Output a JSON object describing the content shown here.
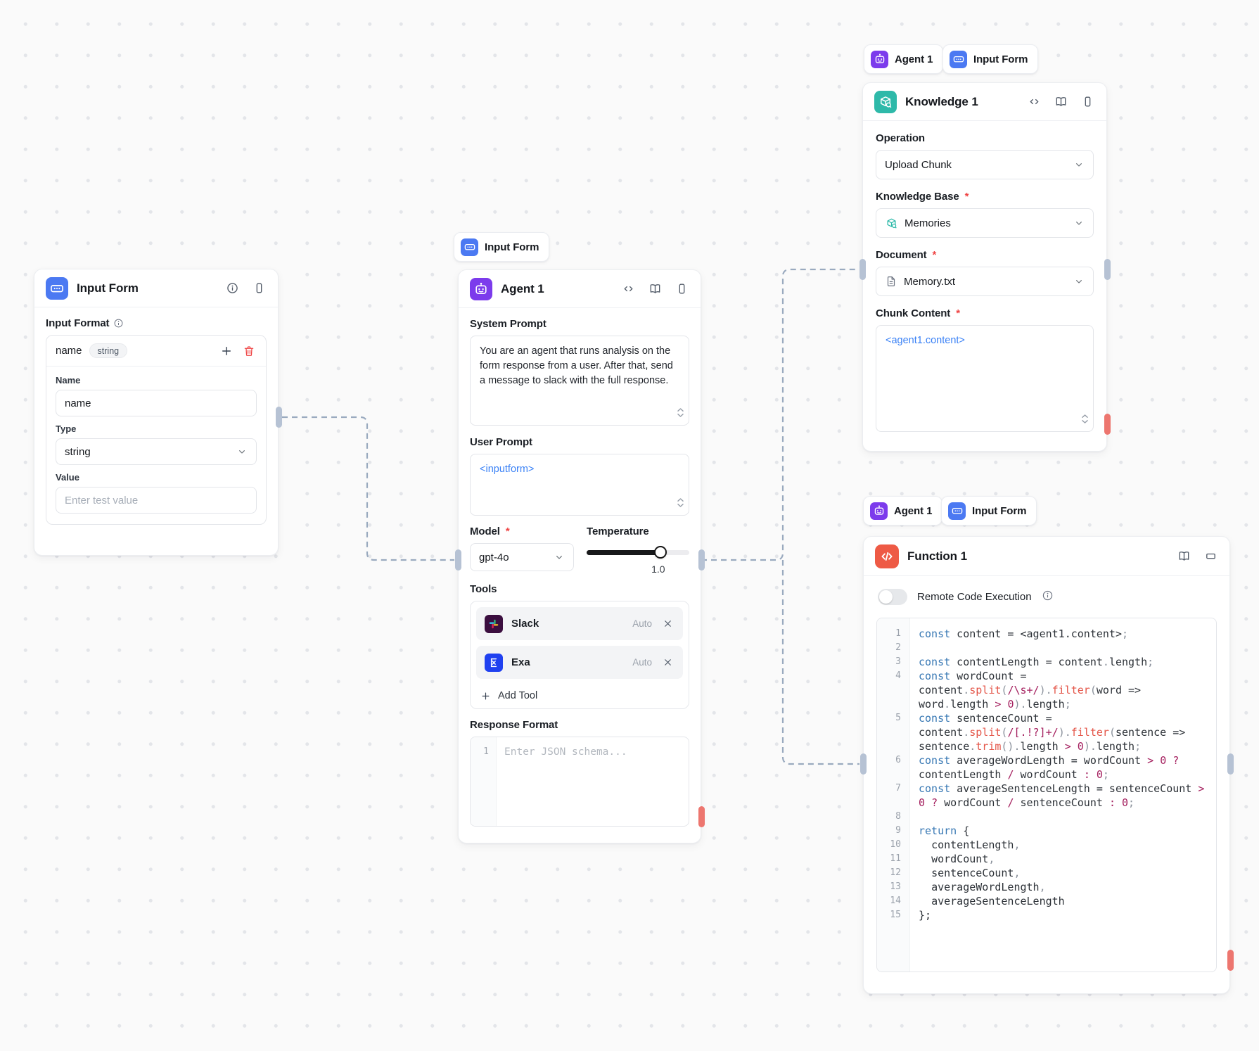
{
  "colors": {
    "input_form_accent": "#4b79f2",
    "agent_accent": "#7c3bec",
    "knowledge_accent": "#2eb9a9",
    "function_accent": "#ee5a45",
    "variable_text": "#3b82f6",
    "port_default": "#b6c2d4",
    "port_error": "#ed766f",
    "wire": "#9aaabf",
    "slack_bg": "#3b0e3f",
    "exa_bg": "#2041f0"
  },
  "tags": {
    "agent": "Agent 1",
    "input_form": "Input Form"
  },
  "input_form_node": {
    "title": "Input Form",
    "input_format_label": "Input Format",
    "field_name": "name",
    "field_type_badge": "string",
    "name_label": "Name",
    "name_value": "name",
    "type_label": "Type",
    "type_value": "string",
    "value_label": "Value",
    "value_placeholder": "Enter test value"
  },
  "agent_node": {
    "title": "Agent 1",
    "system_prompt_label": "System Prompt",
    "system_prompt_value": "You are an agent that runs analysis on the form response from a user. After that, send a message to slack with the full response.",
    "user_prompt_label": "User Prompt",
    "user_prompt_value": "<inputform>",
    "model_label": "Model",
    "model_value": "gpt-4o",
    "temperature_label": "Temperature",
    "temperature_value": "1.0",
    "tools_label": "Tools",
    "tools": [
      {
        "name": "Slack",
        "mode": "Auto"
      },
      {
        "name": "Exa",
        "mode": "Auto"
      }
    ],
    "add_tool_label": "Add Tool",
    "response_format_label": "Response Format",
    "response_format_line": "1",
    "response_format_placeholder": "Enter JSON schema..."
  },
  "knowledge_node": {
    "title": "Knowledge 1",
    "operation_label": "Operation",
    "operation_value": "Upload Chunk",
    "knowledge_base_label": "Knowledge Base",
    "knowledge_base_value": "Memories",
    "document_label": "Document",
    "document_value": "Memory.txt",
    "chunk_content_label": "Chunk Content",
    "chunk_content_value": "<agent1.content>"
  },
  "function_node": {
    "title": "Function 1",
    "remote_code_execution_label": "Remote Code Execution",
    "code_lines": [
      {
        "n": "1",
        "t": [
          [
            "k",
            "const"
          ],
          [
            "d",
            " content = <agent1.content>"
          ],
          [
            "p",
            ";"
          ]
        ]
      },
      {
        "n": "2",
        "t": []
      },
      {
        "n": "3",
        "t": [
          [
            "k",
            "const"
          ],
          [
            "d",
            " contentLength = content"
          ],
          [
            "p",
            "."
          ],
          [
            "d",
            "length"
          ],
          [
            "p",
            ";"
          ]
        ]
      },
      {
        "n": "4",
        "t": [
          [
            "k",
            "const"
          ],
          [
            "d",
            " wordCount = content"
          ],
          [
            "p",
            "."
          ],
          [
            "f",
            "split"
          ],
          [
            "p",
            "("
          ],
          [
            "n",
            "/\\s+/"
          ],
          [
            "p",
            ")."
          ],
          [
            "f",
            "filter"
          ],
          [
            "p",
            "("
          ],
          [
            "d",
            "word => word"
          ],
          [
            "p",
            "."
          ],
          [
            "d",
            "length "
          ],
          [
            "n",
            ">"
          ],
          [
            "d",
            " "
          ],
          [
            "n",
            "0"
          ],
          [
            "p",
            ")."
          ],
          [
            "d",
            "length"
          ],
          [
            "p",
            ";"
          ]
        ]
      },
      {
        "n": "5",
        "t": [
          [
            "k",
            "const"
          ],
          [
            "d",
            " sentenceCount = content"
          ],
          [
            "p",
            "."
          ],
          [
            "f",
            "split"
          ],
          [
            "p",
            "("
          ],
          [
            "n",
            "/[.!?]+/"
          ],
          [
            "p",
            ")."
          ],
          [
            "f",
            "filter"
          ],
          [
            "p",
            "("
          ],
          [
            "d",
            "sentence => sentence"
          ],
          [
            "p",
            "."
          ],
          [
            "f",
            "trim"
          ],
          [
            "p",
            "()."
          ],
          [
            "d",
            "length "
          ],
          [
            "n",
            ">"
          ],
          [
            "d",
            " "
          ],
          [
            "n",
            "0"
          ],
          [
            "p",
            ")."
          ],
          [
            "d",
            "length"
          ],
          [
            "p",
            ";"
          ]
        ]
      },
      {
        "n": "6",
        "t": [
          [
            "k",
            "const"
          ],
          [
            "d",
            " averageWordLength = wordCount "
          ],
          [
            "n",
            ">"
          ],
          [
            "d",
            " "
          ],
          [
            "n",
            "0"
          ],
          [
            "d",
            " "
          ],
          [
            "n",
            "?"
          ],
          [
            "d",
            " contentLength "
          ],
          [
            "n",
            "/"
          ],
          [
            "d",
            " wordCount "
          ],
          [
            "n",
            ":"
          ],
          [
            "d",
            " "
          ],
          [
            "n",
            "0"
          ],
          [
            "p",
            ";"
          ]
        ]
      },
      {
        "n": "7",
        "t": [
          [
            "k",
            "const"
          ],
          [
            "d",
            " averageSentenceLength = sentenceCount "
          ],
          [
            "n",
            ">"
          ],
          [
            "d",
            " "
          ],
          [
            "n",
            "0"
          ],
          [
            "d",
            " "
          ],
          [
            "n",
            "?"
          ],
          [
            "d",
            " wordCount "
          ],
          [
            "n",
            "/"
          ],
          [
            "d",
            " sentenceCount "
          ],
          [
            "n",
            ":"
          ],
          [
            "d",
            " "
          ],
          [
            "n",
            "0"
          ],
          [
            "p",
            ";"
          ]
        ]
      },
      {
        "n": "8",
        "t": []
      },
      {
        "n": "9",
        "t": [
          [
            "k",
            "return"
          ],
          [
            "d",
            " {"
          ]
        ]
      },
      {
        "n": "10",
        "t": [
          [
            "d",
            "  contentLength"
          ],
          [
            "p",
            ","
          ]
        ]
      },
      {
        "n": "11",
        "t": [
          [
            "d",
            "  wordCount"
          ],
          [
            "p",
            ","
          ]
        ]
      },
      {
        "n": "12",
        "t": [
          [
            "d",
            "  sentenceCount"
          ],
          [
            "p",
            ","
          ]
        ]
      },
      {
        "n": "13",
        "t": [
          [
            "d",
            "  averageWordLength"
          ],
          [
            "p",
            ","
          ]
        ]
      },
      {
        "n": "14",
        "t": [
          [
            "d",
            "  averageSentenceLength"
          ]
        ]
      },
      {
        "n": "15",
        "t": [
          [
            "d",
            "};"
          ]
        ]
      }
    ]
  }
}
